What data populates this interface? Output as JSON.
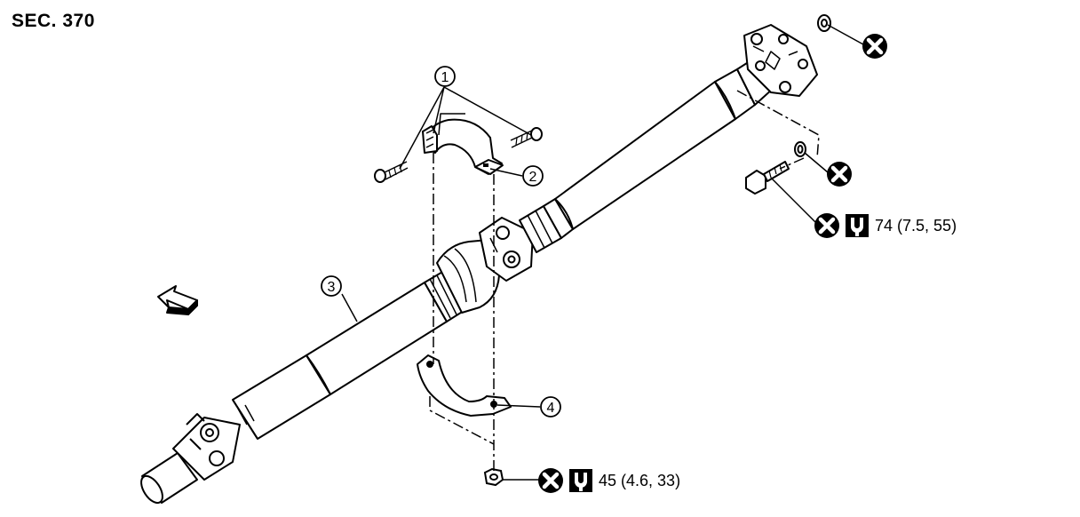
{
  "section_label": "SEC. 370",
  "callouts": [
    {
      "id": "callout-1",
      "number": "1"
    },
    {
      "id": "callout-2",
      "number": "2"
    },
    {
      "id": "callout-3",
      "number": "3"
    },
    {
      "id": "callout-4",
      "number": "4"
    }
  ],
  "torque_specs": [
    {
      "id": "torque-flange-bolt",
      "value": "74 (7.5, 55)"
    },
    {
      "id": "torque-support-nut",
      "value": "45 (4.6, 33)"
    }
  ],
  "icons": [
    "do-not-reuse-icon",
    "torque-wrench-icon",
    "front-direction-arrow-icon"
  ]
}
